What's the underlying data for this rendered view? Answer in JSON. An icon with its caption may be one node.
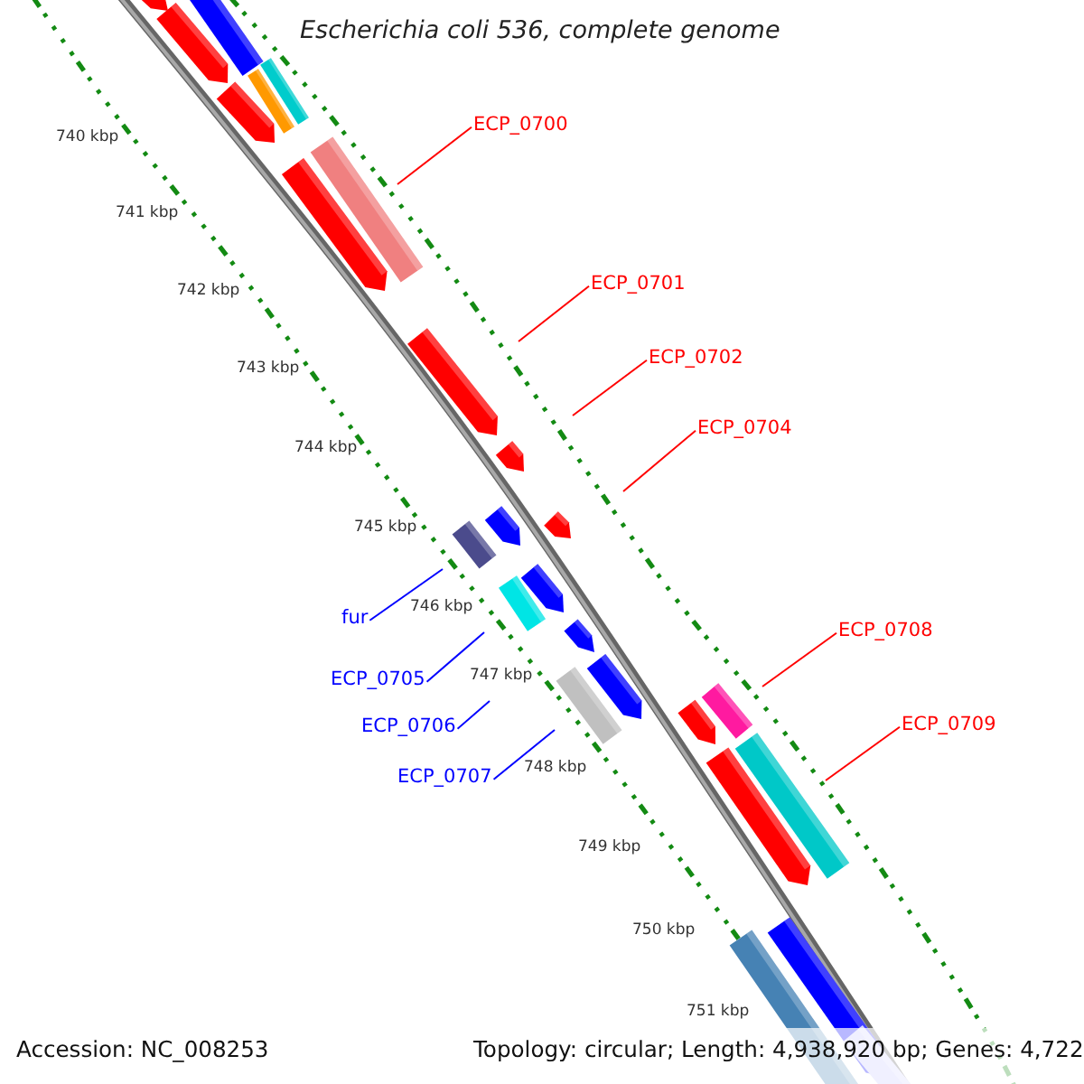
{
  "diagram": {
    "title": "Escherichia coli 536, complete genome",
    "nodes": [
      {
        "text": [
          "ECP_0700"
        ]
      },
      {
        "text": [
          "ECP_0701"
        ]
      },
      {
        "text": [
          "ECP_0702"
        ]
      },
      {
        "text": [
          "ECP_0704"
        ]
      },
      {
        "text": [
          "fur"
        ]
      },
      {
        "text": [
          "ECP_0705"
        ]
      },
      {
        "text": [
          "ECP_0706"
        ]
      },
      {
        "text": [
          "ECP_0707"
        ]
      },
      {
        "text": [
          "ECP_0708"
        ]
      },
      {
        "text": [
          "ECP_0709"
        ]
      }
    ],
    "edges": [
      {
        "from": 0,
        "to": null,
        "arrow": "none"
      },
      {
        "from": 1,
        "to": null,
        "arrow": "none"
      },
      {
        "from": 2,
        "to": null,
        "arrow": "none"
      },
      {
        "from": 3,
        "to": null,
        "arrow": "none"
      },
      {
        "from": 4,
        "to": null,
        "arrow": "none",
        "color": "#0000ff"
      },
      {
        "from": 5,
        "to": null,
        "arrow": "none",
        "color": "#0000ff"
      },
      {
        "from": 6,
        "to": null,
        "arrow": "none",
        "color": "#0000ff"
      },
      {
        "from": 7,
        "to": null,
        "arrow": "none",
        "color": "#0000ff"
      },
      {
        "from": 8,
        "to": null,
        "arrow": "none"
      },
      {
        "from": 9,
        "to": null,
        "arrow": "none"
      }
    ],
    "labels": [
      "740 kbp",
      "741 kbp",
      "742 kbp",
      "743 kbp",
      "744 kbp",
      "745 kbp",
      "746 kbp",
      "747 kbp",
      "748 kbp",
      "749 kbp",
      "750 kbp",
      "751 kbp",
      "Accession: NC_008253",
      "Topology: circular; Length: 4,938,920 bp; Genes: 4,722"
    ]
  }
}
